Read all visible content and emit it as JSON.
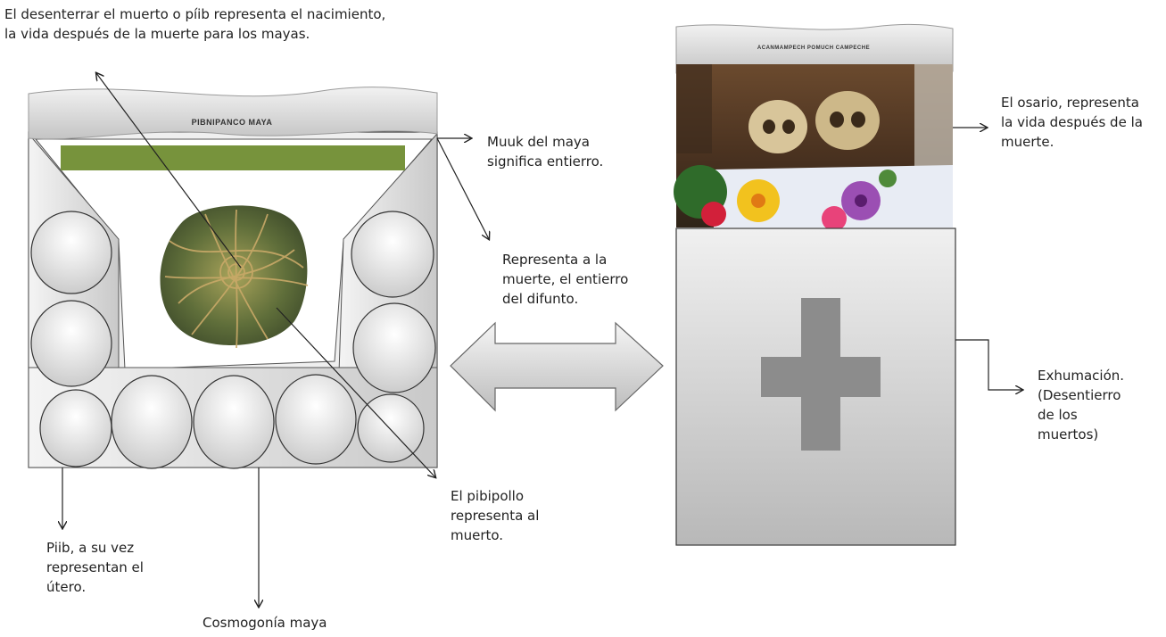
{
  "left_figure": {
    "banner": "PIBNIPANCO MAYA"
  },
  "right_figure": {
    "banner": "ACANMAMPECH POMUCH CAMPECHE"
  },
  "labels": {
    "top_left": "El desenterrar el muerto o píib representa el nacimiento,\nla vida después de la muerte para los mayas.",
    "muuk": "Muuk del maya\nsignifica entierro.",
    "representa_muerte": "Representa a la\nmuerte, el entierro\ndel difunto.",
    "pibipollo": "El pibipollo\nrepresenta al\nmuerto.",
    "piib": "Piib, a su vez\nrepresentan el\nútero.",
    "cosmogonia": "Cosmogonía maya",
    "osario": "El osario, representa\nla vida después de la\nmuerte.",
    "exhumacion": "Exhumación.\n(Desentierro\nde los\nmuertos)"
  },
  "colors": {
    "green_bar": "#77933c",
    "cross": "#8c8c8c",
    "frame_stroke": "#3a3a3a"
  }
}
